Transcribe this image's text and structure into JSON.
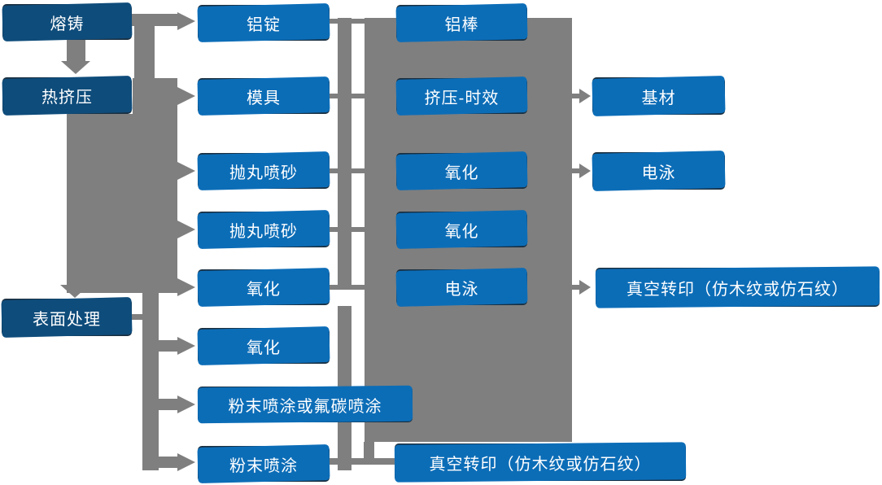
{
  "stages": {
    "melt_cast": "熔铸",
    "hot_extrusion": "热挤压",
    "surface_treatment": "表面处理"
  },
  "ingot_line": {
    "aluminum_ingot": "铝锭",
    "mold": "模具",
    "shot_blast_1": "抛丸喷砂",
    "shot_blast_2": "抛丸喷砂",
    "oxidation_1": "氧化",
    "oxidation_2": "氧化",
    "powder_or_fluorocarbon": "粉末喷涂或氟碳喷涂",
    "powder_coating": "粉末喷涂"
  },
  "rod_line": {
    "aluminum_rod": "铝棒",
    "extrusion_aging": "挤压-时效",
    "oxidation_3": "氧化",
    "oxidation_4": "氧化",
    "electrophoresis_1": "电泳",
    "vacuum_transfer_1": "真空转印（仿木纹或仿石纹）"
  },
  "outputs": {
    "base_material": "基材",
    "electrophoresis_2": "电泳",
    "vacuum_transfer_2": "真空转印（仿木纹或仿石纹）"
  },
  "colors": {
    "box_blue": "#0c6db7",
    "box_dark_blue": "#0e4c7b",
    "connector_gray": "#7f7f7f",
    "box_border": "#1a2f40",
    "text_white": "#ffffff",
    "background": "#ffffff"
  }
}
